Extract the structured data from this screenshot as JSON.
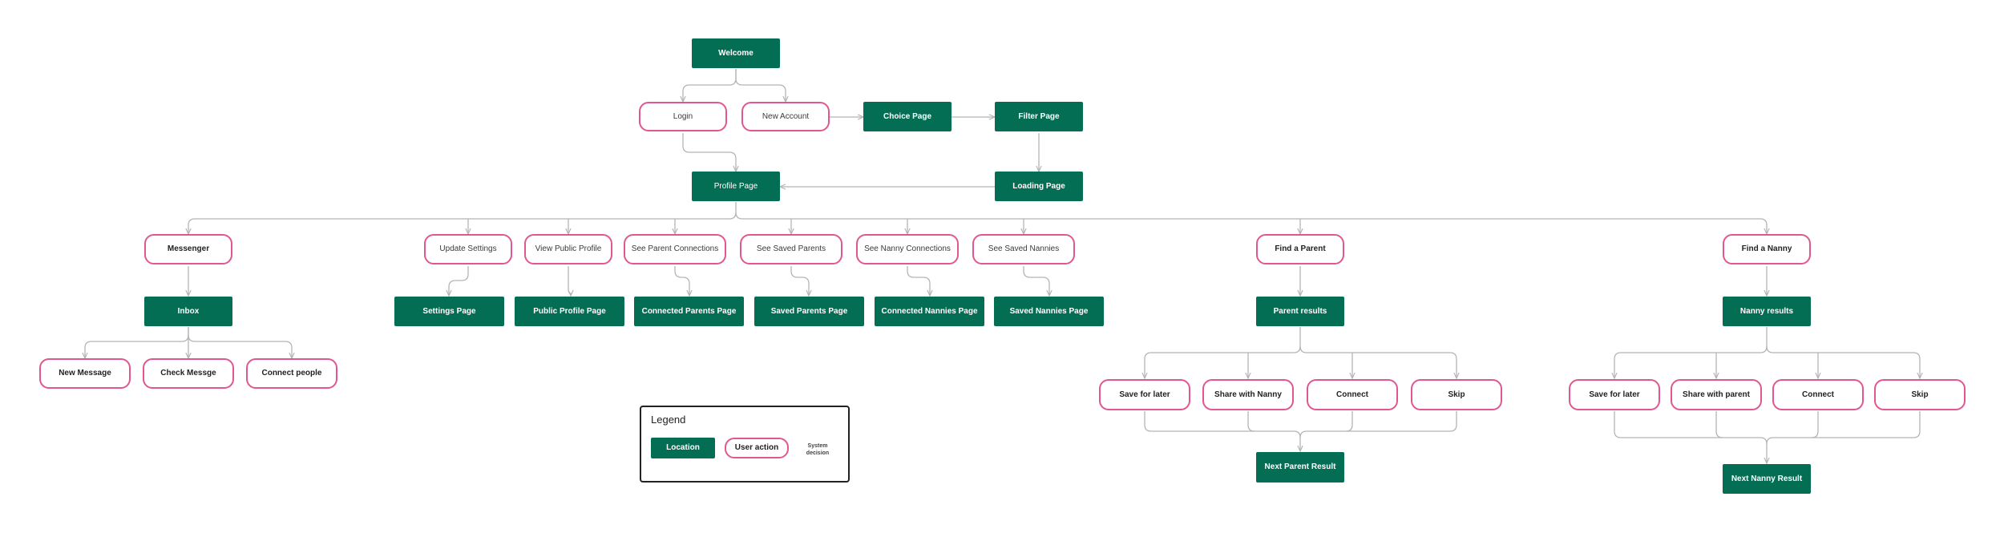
{
  "colors": {
    "location": "#046e55",
    "user_action": "#e0578f",
    "edge": "#b5b5b5"
  },
  "nodes": {
    "welcome": "Welcome",
    "login": "Login",
    "new_account": "New Account",
    "choice_page": "Choice Page",
    "filter_page": "Filter Page",
    "profile_page": "Profile Page",
    "loading_page": "Loading Page",
    "messenger": "Messenger",
    "update_settings": "Update Settings",
    "view_public_profile": "View Public Profile",
    "see_parent_connections": "See Parent Connections",
    "see_saved_parents": "See Saved Parents",
    "see_nanny_connections": "See Nanny Connections",
    "see_saved_nannies": "See Saved Nannies",
    "find_parent": "Find a Parent",
    "find_nanny": "Find a Nanny",
    "inbox": "Inbox",
    "settings_page": "Settings Page",
    "public_profile_page": "Public Profile Page",
    "connected_parents_page": "Connected Parents Page",
    "saved_parents_page": "Saved Parents Page",
    "connected_nannies_page": "Connected Nannies Page",
    "saved_nannies_page": "Saved Nannies Page",
    "parent_results": "Parent results",
    "nanny_results": "Nanny results",
    "new_message": "New Message",
    "check_message": "Check Messge",
    "connect_people": "Connect people",
    "p_save_later": "Save for later",
    "p_share": "Share with Nanny",
    "p_connect": "Connect",
    "p_skip": "Skip",
    "n_save_later": "Save for later",
    "n_share": "Share with parent",
    "n_connect": "Connect",
    "n_skip": "Skip",
    "next_parent_result": "Next Parent Result",
    "next_nanny_result": "Next Nanny Result"
  },
  "legend": {
    "title": "Legend",
    "location": "Location",
    "user_action": "User action",
    "system_decision": "System decision"
  }
}
